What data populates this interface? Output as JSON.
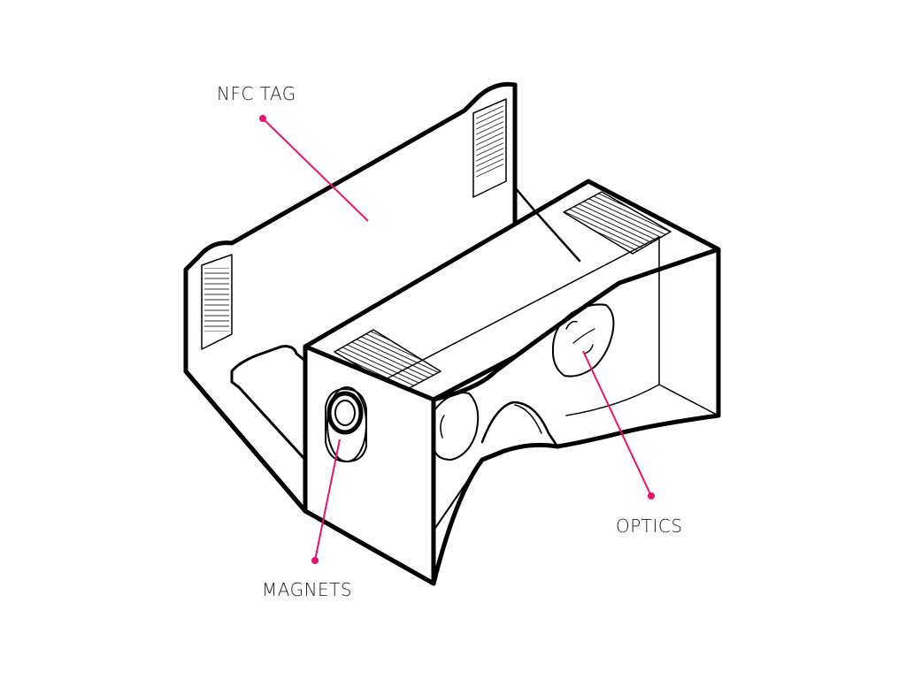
{
  "labels": {
    "nfc_tag": "NFC TAG",
    "optics": "OPTICS",
    "magnets": "MAGNETS"
  },
  "colors": {
    "outline": "#000000",
    "callout": "#e6136f",
    "label_text": "#222222",
    "background": "#ffffff"
  }
}
